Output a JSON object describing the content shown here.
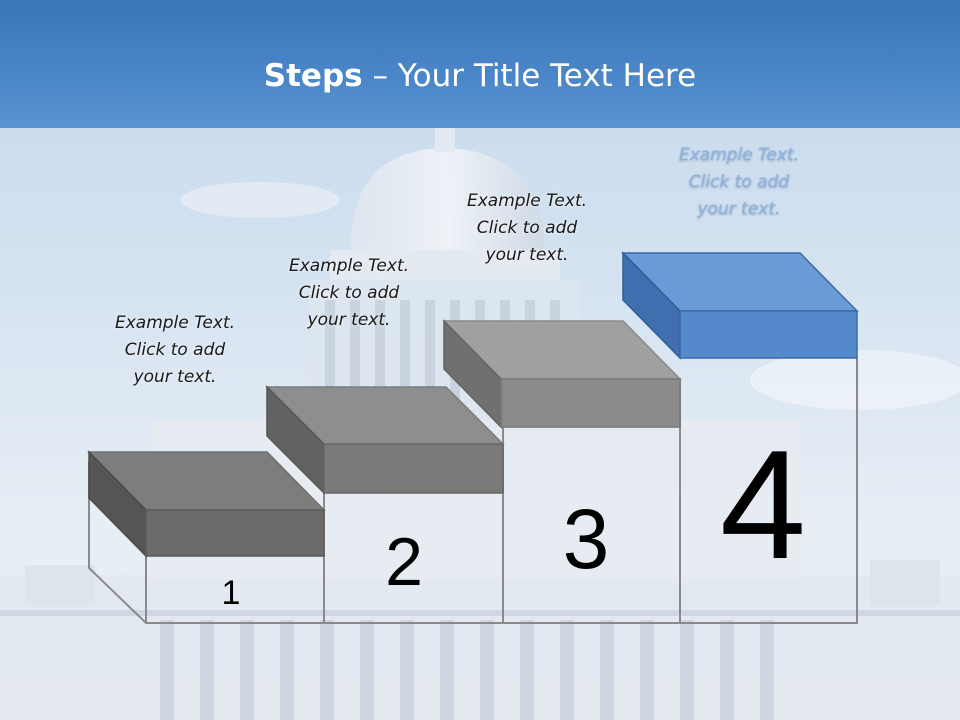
{
  "title": {
    "bold": "Steps",
    "rest": " – Your Title Text Here"
  },
  "steps": [
    {
      "number": "1",
      "lines": [
        "Example Text.",
        "Click  to add",
        "your text."
      ]
    },
    {
      "number": "2",
      "lines": [
        "Example Text.",
        "Click  to add",
        "your text."
      ]
    },
    {
      "number": "3",
      "lines": [
        "Example Text.",
        "Click  to add",
        "your text."
      ]
    },
    {
      "number": "4",
      "lines": [
        "Example Text.",
        "Click  to add",
        "your text."
      ]
    }
  ],
  "colors": {
    "title_bar": "#3a75b8",
    "block_gray": "#8c8c8c",
    "block_dark": "#636363",
    "block_highlight": "#5b8fd0"
  }
}
